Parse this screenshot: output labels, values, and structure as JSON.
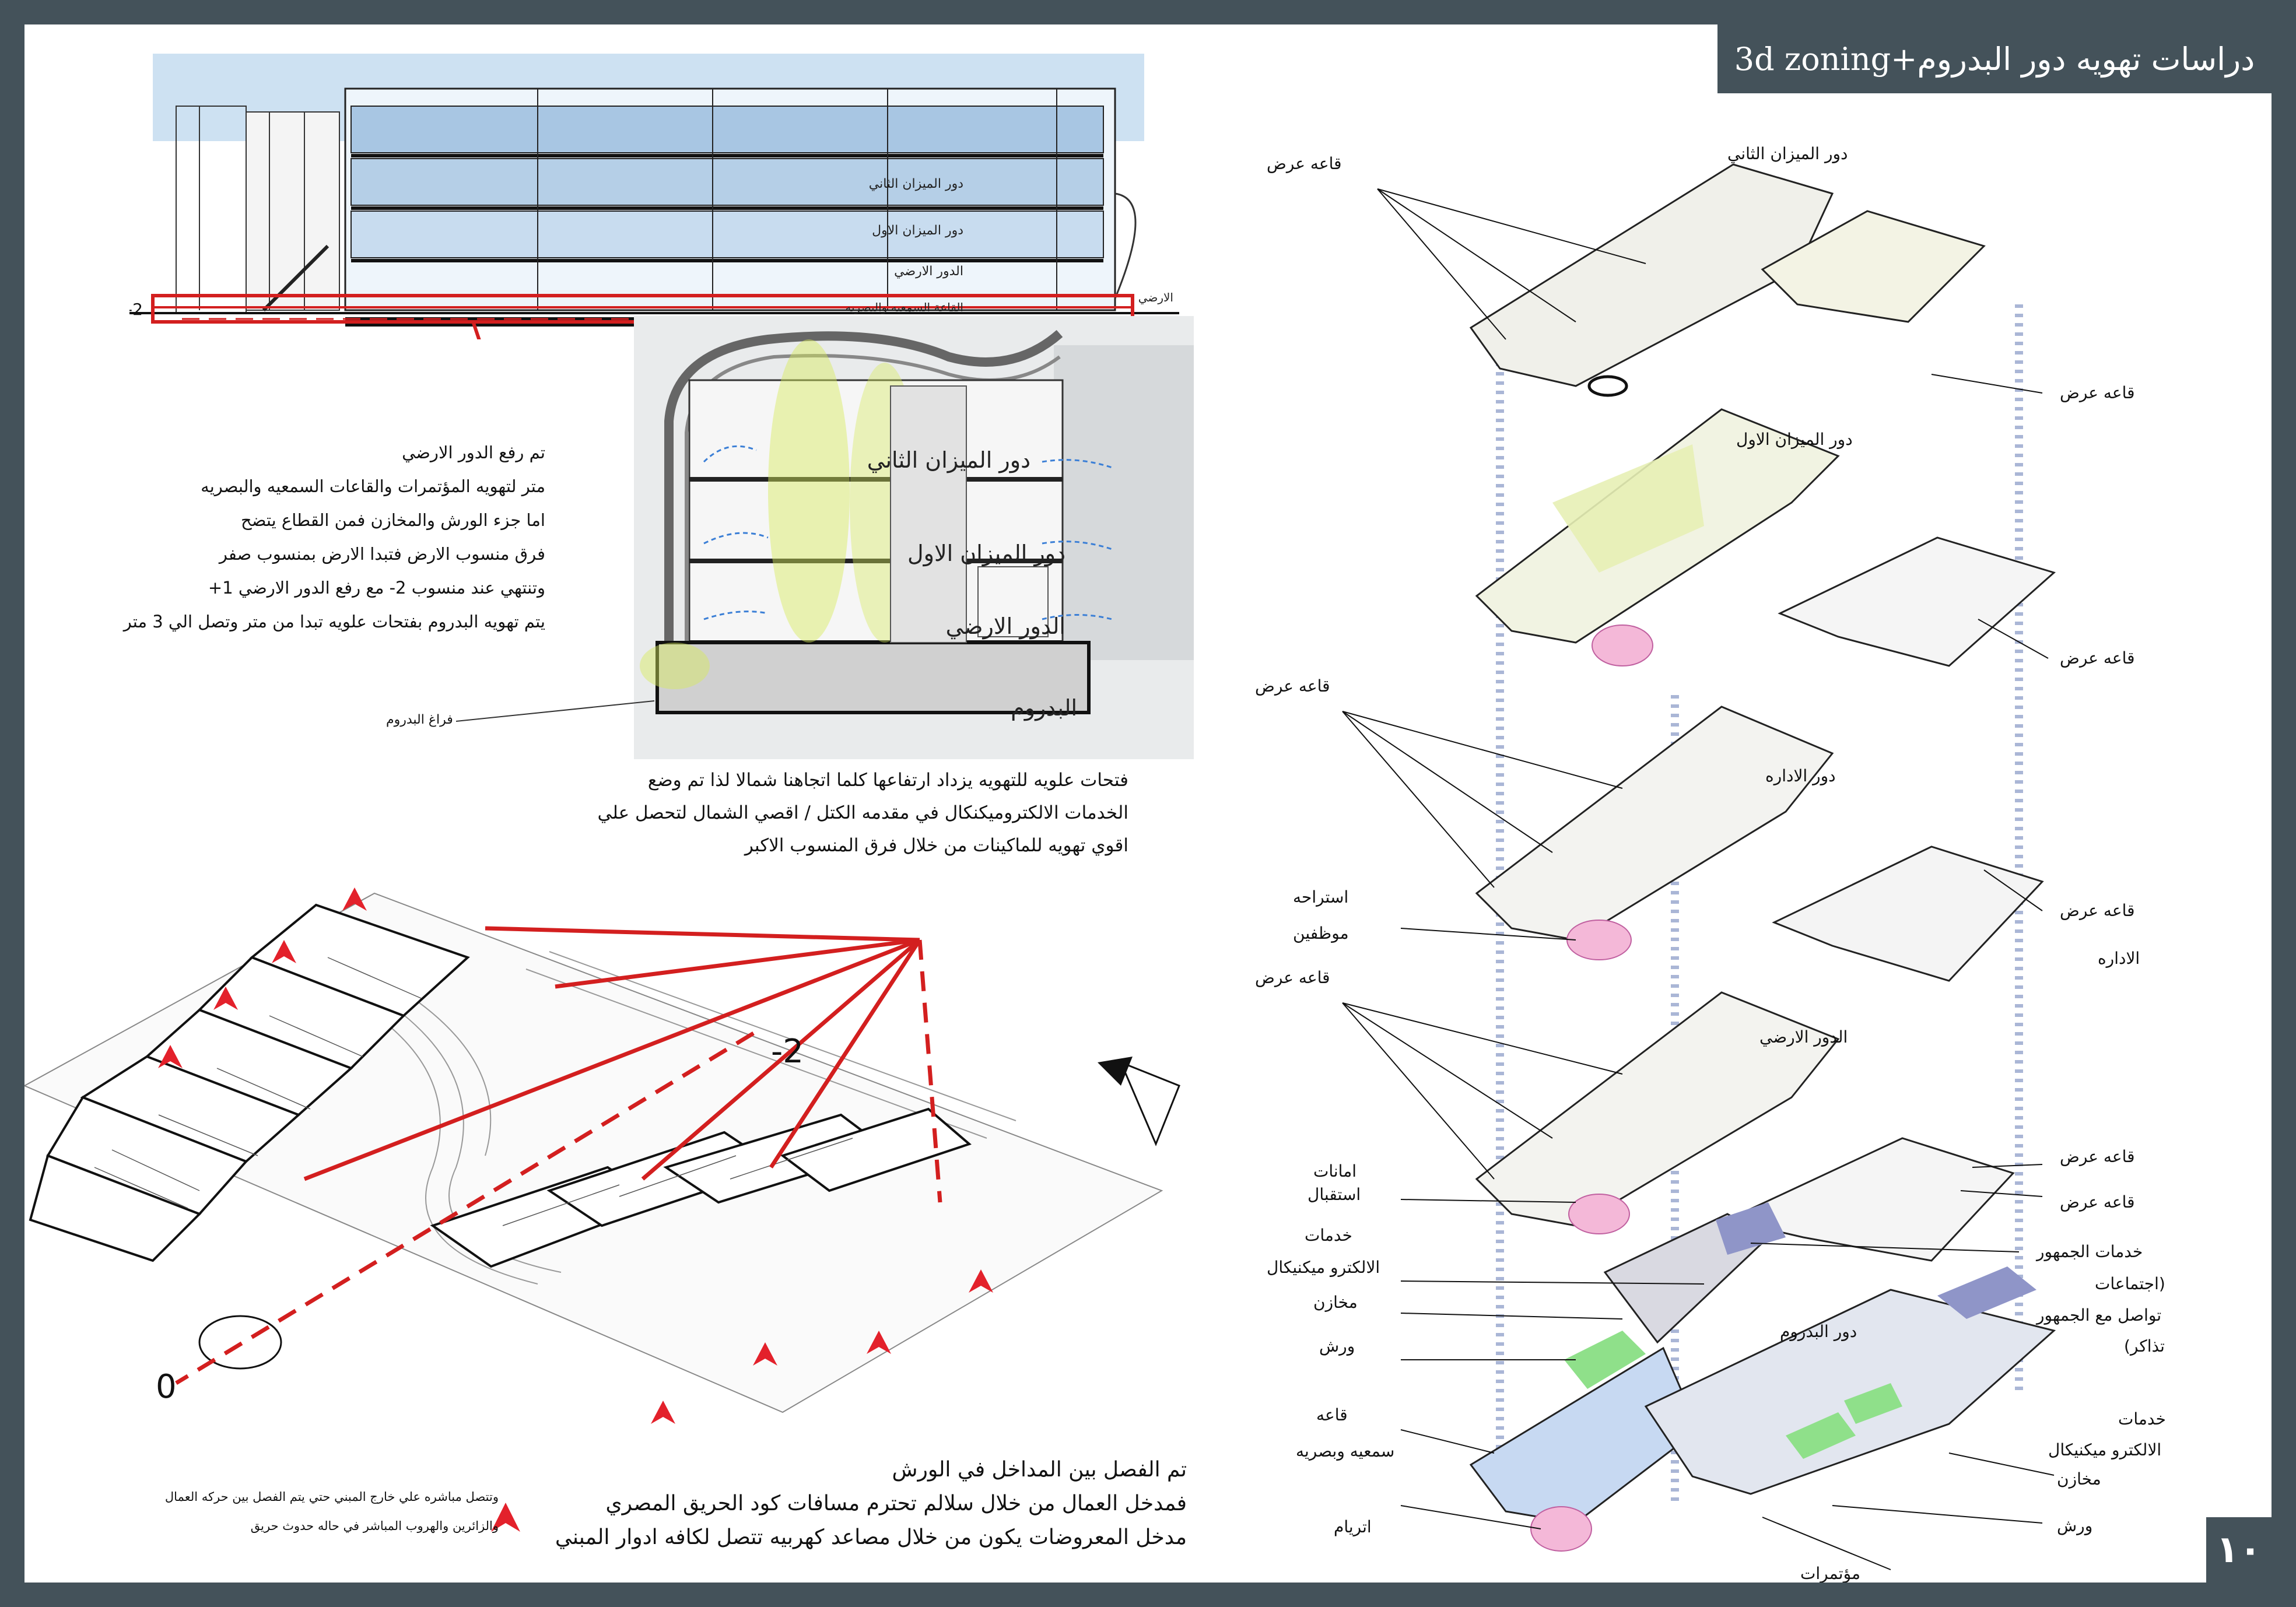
{
  "title": "3d zoning+دراسات تهويه دور البدروم",
  "page_number": "١٠",
  "colors": {
    "frame": "#44525a",
    "accent_red": "#d31f1f",
    "sky": "#bcd7ee",
    "green_zone": "#8fe08a",
    "blue_zone": "#c7d9f2",
    "purple_zone": "#8f95c8",
    "pink_atrium": "#f4b8d8"
  },
  "elevation": {
    "level_label": "-2",
    "floor_labels": [
      "دور الميزان الثاني",
      "دور الميزان الاول",
      "الدور الارضي",
      "القاعة السمعيه والبصريه",
      "الارضي"
    ]
  },
  "ventilation_note": {
    "lines": [
      "تم رفع الدور الارضي",
      "متر لتهويه المؤتمرات والقاعات السمعيه والبصريه",
      "اما جزء الورش والمخازن فمن القطاع يتضح",
      "فرق منسوب الارض فتبدا الارض بمنسوب صفر",
      "وتنتهي عند منسوب 2- مع رفع الدور الارضي 1+",
      "يتم تهويه البدروم بفتحات علويه تبدا من متر  وتصل الي 3 متر"
    ]
  },
  "section": {
    "floors": [
      "دور الميزان الثاني",
      "دور الميزان الاول",
      "الدور الارضي",
      "البدروم"
    ],
    "void_label": "فراغ البدروم"
  },
  "openings_note": {
    "lines": [
      "فتحات علويه للتهويه يزداد ارتفاعها كلما اتجاهنا شمالا لذا تم وضع",
      "الخدمات الالكتروميكنكال في مقدمه الكتل / اقصي الشمال لتحصل علي",
      "اقوي تهويه للماكينات من خلال فرق المنسوب الاكبر"
    ]
  },
  "plan": {
    "level_minus2": "-2",
    "level_zero": "0"
  },
  "entrances_note": {
    "lines": [
      "تم الفصل بين  المداخل في الورش",
      "فمدخل العمال من خلال سلالم  تحترم مسافات كود الحريق المصري",
      "مدخل المعروضات يكون من خلال مصاعد كهربيه تتصل لكافه ادوار المبني"
    ]
  },
  "legend_note": {
    "lines": [
      "وتتصل مباشره علي خارج المبني حتي يتم الفصل بين حركه العمال",
      "والزائرين والهروب المباشر في حاله حدوث حريق"
    ]
  },
  "zoning": {
    "floor_names": [
      "دور الميزان الثاني",
      "دور الميزان الاول",
      "دور الاداره",
      "الدور الارضي",
      "دور البدروم"
    ],
    "left_labels": [
      "قاعه عرض",
      "قاعه عرض",
      "استراحه",
      "موظفين",
      "قاعه عرض",
      "امانات",
      "استقبال",
      "خدمات",
      "الالكترو ميكنيكال",
      "مخازن",
      "ورش",
      "قاعه",
      "سمعيه وبصريه",
      "اتريام"
    ],
    "right_labels": [
      "قاعه عرض",
      "قاعه عرض",
      "قاعه عرض",
      "الاداره",
      "قاعه عرض",
      "قاعه عرض",
      "خدمات الجمهور",
      "(اجتماعات",
      "تواصل مع الجمهور",
      "تذاكر)",
      "خدمات",
      "الالكترو ميكنيكال",
      "مخازن",
      "ورش",
      "مؤتمرات"
    ]
  }
}
